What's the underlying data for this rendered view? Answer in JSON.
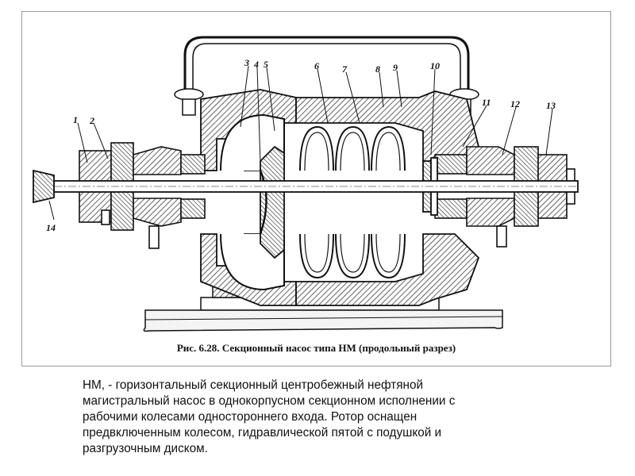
{
  "figure": {
    "caption": "Рис. 6.28. Секционный насос типа НМ (продольный разрез)",
    "part_labels": [
      "1",
      "2",
      "3",
      "4",
      "5",
      "6",
      "7",
      "8",
      "9",
      "10",
      "11",
      "12",
      "13",
      "14"
    ]
  },
  "description": {
    "lines": [
      "НМ, - горизонтальный секционный центробежный нефтяной",
      "магистральный насос в однокорпусном секционном исполнении с",
      "рабочими колесами одностороннего входа. Ротор оснащен",
      "предвключенным колесом, гидравлической пятой с подушкой и",
      "разгрузочным диском."
    ]
  }
}
